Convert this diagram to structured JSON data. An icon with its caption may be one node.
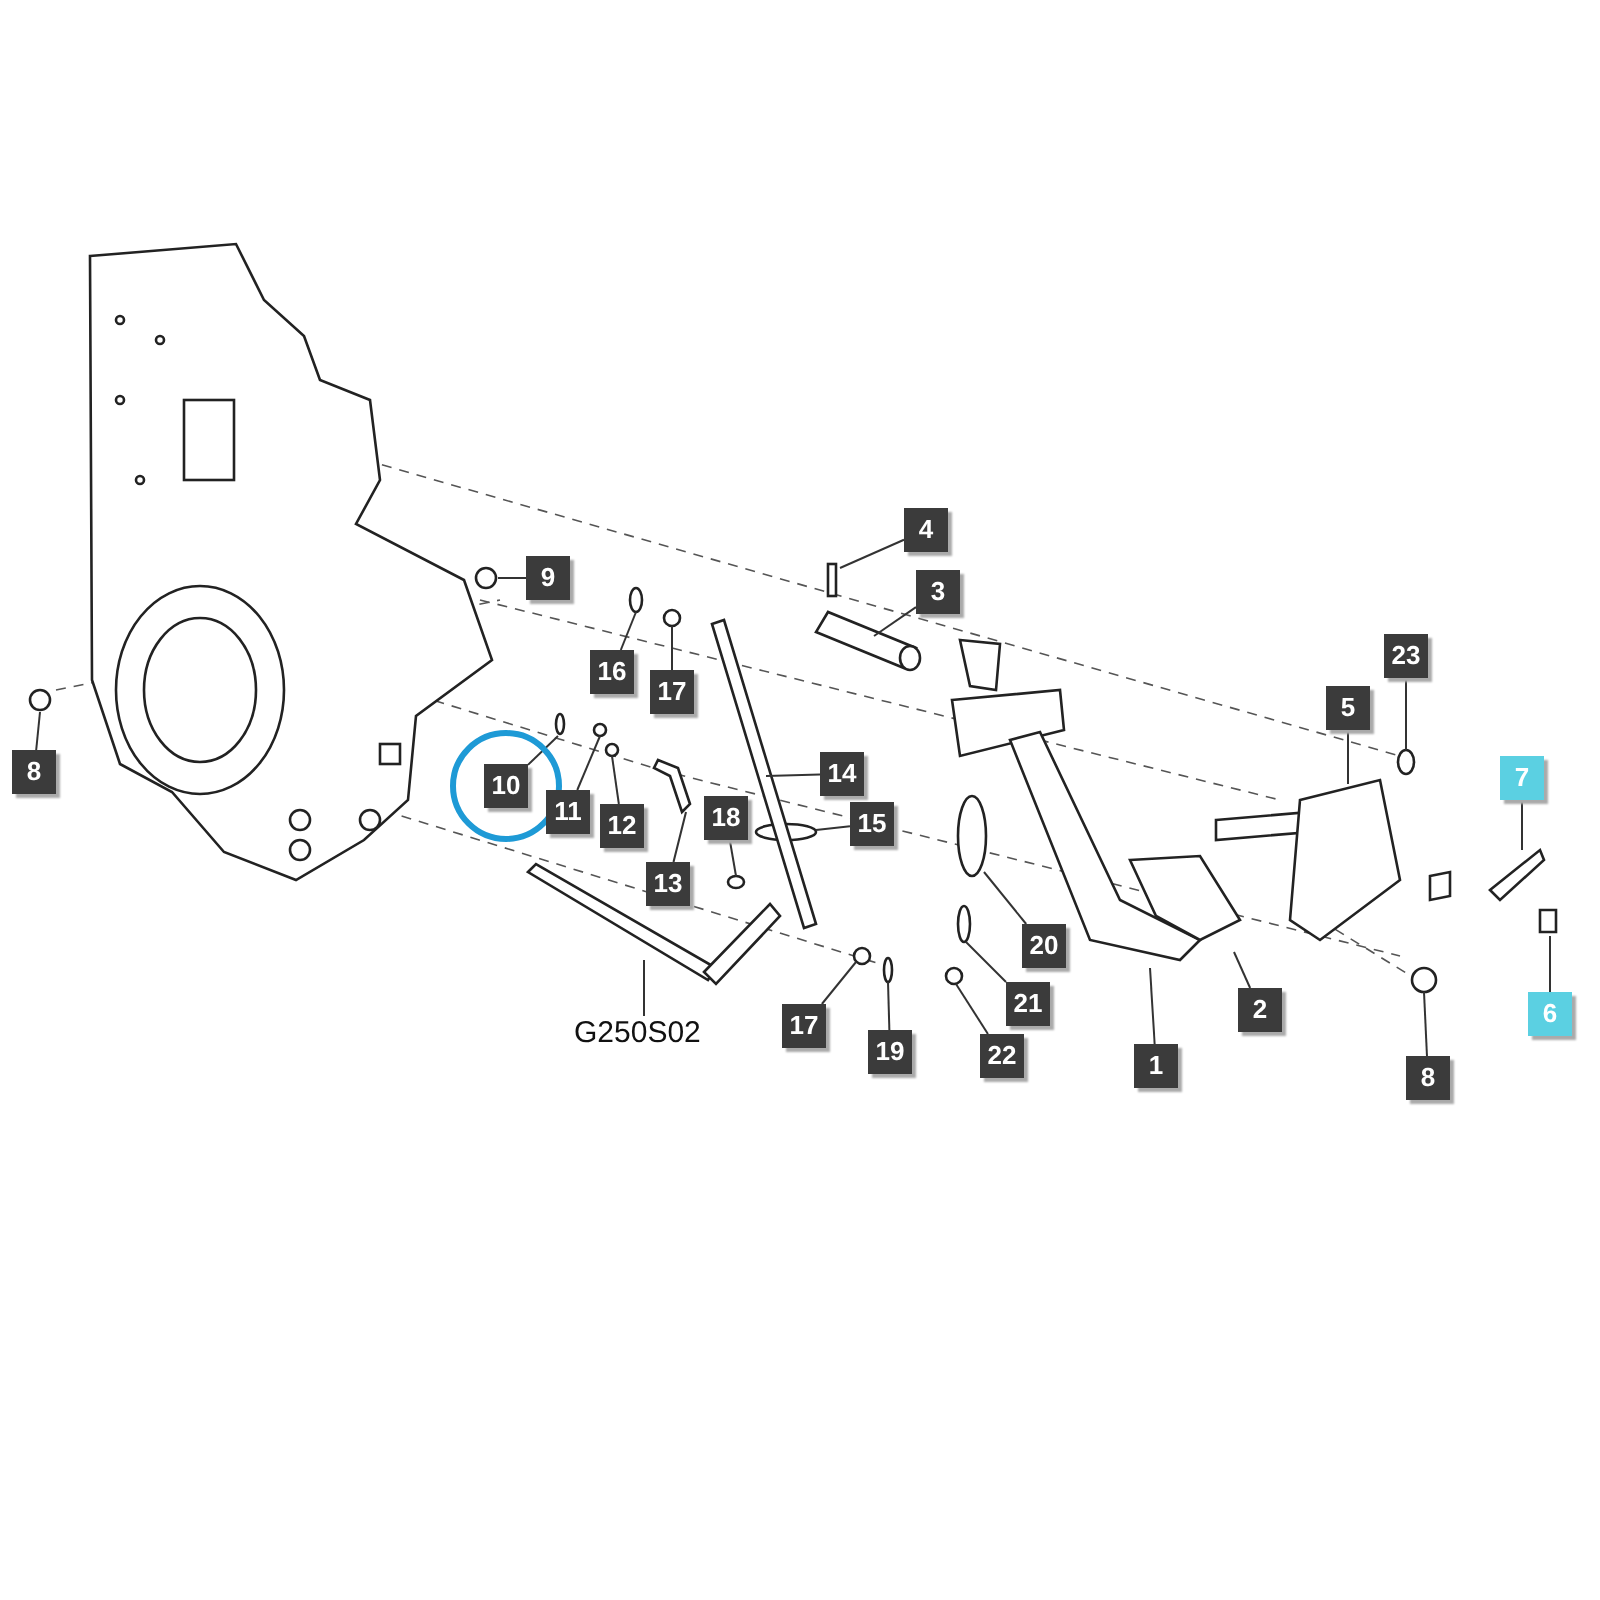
{
  "diagram": {
    "nodes": [
      {
        "text": [
          "4"
        ]
      },
      {
        "text": [
          "3"
        ]
      },
      {
        "text": [
          "9"
        ]
      },
      {
        "text": [
          "23"
        ]
      },
      {
        "text": [
          "16"
        ]
      },
      {
        "text": [
          "17"
        ]
      },
      {
        "text": [
          "5"
        ]
      },
      {
        "text": [
          "8"
        ]
      },
      {
        "text": [
          "7"
        ]
      },
      {
        "text": [],
        "shape": "circle"
      },
      {
        "text": [
          "10"
        ],
        "in": 9
      },
      {
        "text": [
          "11"
        ]
      },
      {
        "text": [
          "12"
        ]
      },
      {
        "text": [
          "14"
        ]
      },
      {
        "text": [
          "15"
        ]
      },
      {
        "text": [
          "18"
        ]
      },
      {
        "text": [
          "13"
        ]
      },
      {
        "text": [
          "20"
        ]
      },
      {
        "text": [
          "21"
        ]
      },
      {
        "text": [
          "6"
        ]
      },
      {
        "text": [
          "2"
        ]
      },
      {
        "text": [
          "17"
        ]
      },
      {
        "text": [
          "19"
        ]
      },
      {
        "text": [
          "22"
        ]
      },
      {
        "text": [
          "1"
        ]
      },
      {
        "text": [
          "8"
        ]
      },
      {
        "text": [
          "G250S02"
        ]
      },
      {
        "text": [],
        "shape": "bar"
      },
      {
        "text": [],
        "shape": "bar"
      }
    ],
    "edges": [
      {
        "from": 0,
        "to": null,
        "arrow": "none"
      },
      {
        "from": 1,
        "to": null,
        "arrow": "none"
      },
      {
        "from": 2,
        "to": null,
        "arrow": "none"
      },
      {
        "from": 3,
        "to": null,
        "arrow": "none"
      },
      {
        "from": 4,
        "to": null,
        "arrow": "none"
      },
      {
        "from": 5,
        "to": null,
        "arrow": "none"
      },
      {
        "from": 6,
        "to": null,
        "arrow": "none"
      },
      {
        "from": 7,
        "to": null,
        "arrow": "none"
      },
      {
        "from": 8,
        "to": null,
        "arrow": "none"
      },
      {
        "from": 10,
        "to": null,
        "arrow": "none"
      },
      {
        "from": 11,
        "to": null,
        "arrow": "none"
      },
      {
        "from": 12,
        "to": null,
        "arrow": "none"
      },
      {
        "from": 13,
        "to": 27,
        "arrow": "none"
      },
      {
        "from": 14,
        "to": null,
        "arrow": "none"
      },
      {
        "from": 15,
        "to": null,
        "arrow": "none"
      },
      {
        "from": 16,
        "to": 28,
        "arrow": "none"
      },
      {
        "from": 17,
        "to": null,
        "arrow": "none"
      },
      {
        "from": 18,
        "to": null,
        "arrow": "none"
      },
      {
        "from": 19,
        "to": null,
        "arrow": "none"
      },
      {
        "from": 20,
        "to": null,
        "arrow": "none"
      },
      {
        "from": 21,
        "to": null,
        "arrow": "none"
      },
      {
        "from": 22,
        "to": null,
        "arrow": "none"
      },
      {
        "from": 23,
        "to": null,
        "arrow": "none"
      },
      {
        "from": 24,
        "to": null,
        "arrow": "none"
      },
      {
        "from": 25,
        "to": null,
        "arrow": "none"
      },
      {
        "from": 26,
        "to": null,
        "arrow": "none"
      }
    ]
  }
}
